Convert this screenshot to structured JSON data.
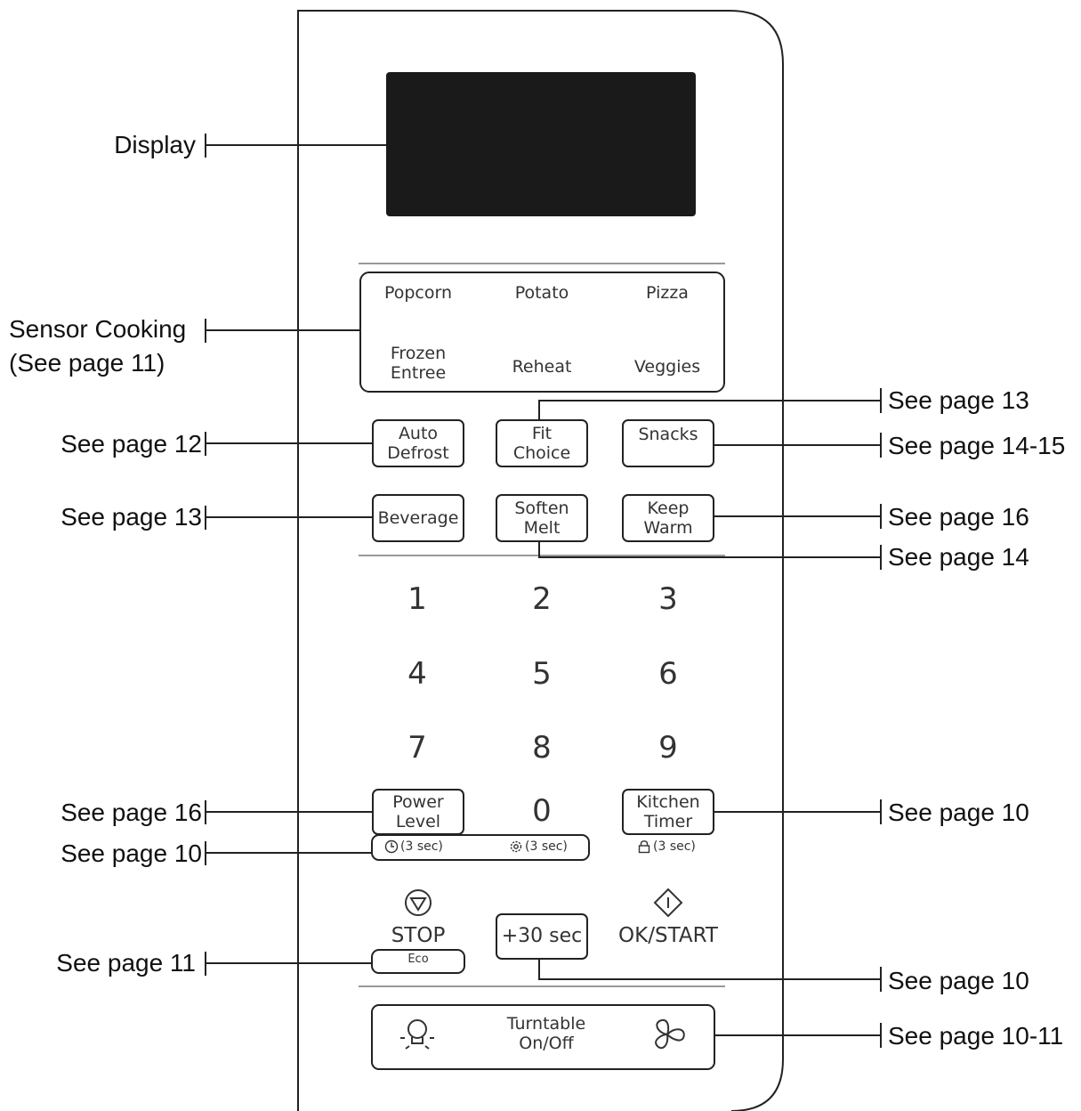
{
  "annotations": {
    "display": "Display",
    "sensor_line1": "Sensor Cooking",
    "sensor_line2": "(See page 11)",
    "auto_defrost": "See page 12",
    "beverage": "See page 13",
    "power_level": "See page 16",
    "timer_row": "See page 10",
    "stop": "See page 11",
    "fit_choice": "See page 13",
    "snacks": "See page 14-15",
    "keep_warm": "See page 16",
    "soften_melt": "See page 14",
    "kitchen_timer": "See page 10",
    "plus30": "See page 10",
    "bottom_bar": "See page 10-11"
  },
  "sensor_cooking": {
    "popcorn": "Popcorn",
    "potato": "Potato",
    "pizza": "Pizza",
    "frozen_entree_1": "Frozen",
    "frozen_entree_2": "Entree",
    "reheat": "Reheat",
    "veggies": "Veggies"
  },
  "keys": {
    "auto_defrost_1": "Auto",
    "auto_defrost_2": "Defrost",
    "fit_choice_1": "Fit",
    "fit_choice_2": "Choice",
    "snacks": "Snacks",
    "beverage": "Beverage",
    "soften_melt_1": "Soften",
    "soften_melt_2": "Melt",
    "keep_warm_1": "Keep",
    "keep_warm_2": "Warm",
    "power_level_1": "Power",
    "power_level_2": "Level",
    "kitchen_timer_1": "Kitchen",
    "kitchen_timer_2": "Timer",
    "plus30": "+30 sec",
    "stop": "STOP",
    "eco": "Eco",
    "ok_start": "OK/START",
    "turntable_1": "Turntable",
    "turntable_2": "On/Off",
    "clock_hold": "(3 sec)",
    "settings_hold": "(3 sec)",
    "lock_hold": "(3 sec)"
  },
  "numpad": [
    "1",
    "2",
    "3",
    "4",
    "5",
    "6",
    "7",
    "8",
    "9",
    "0"
  ],
  "colors": {
    "display": "#1a1a1a",
    "line": "#222222",
    "divider": "#999999"
  },
  "icons": [
    "clock-icon",
    "settings-gear-icon",
    "lock-icon",
    "stop-triangle-icon",
    "start-diamond-icon",
    "light-bulb-icon",
    "fan-icon"
  ]
}
